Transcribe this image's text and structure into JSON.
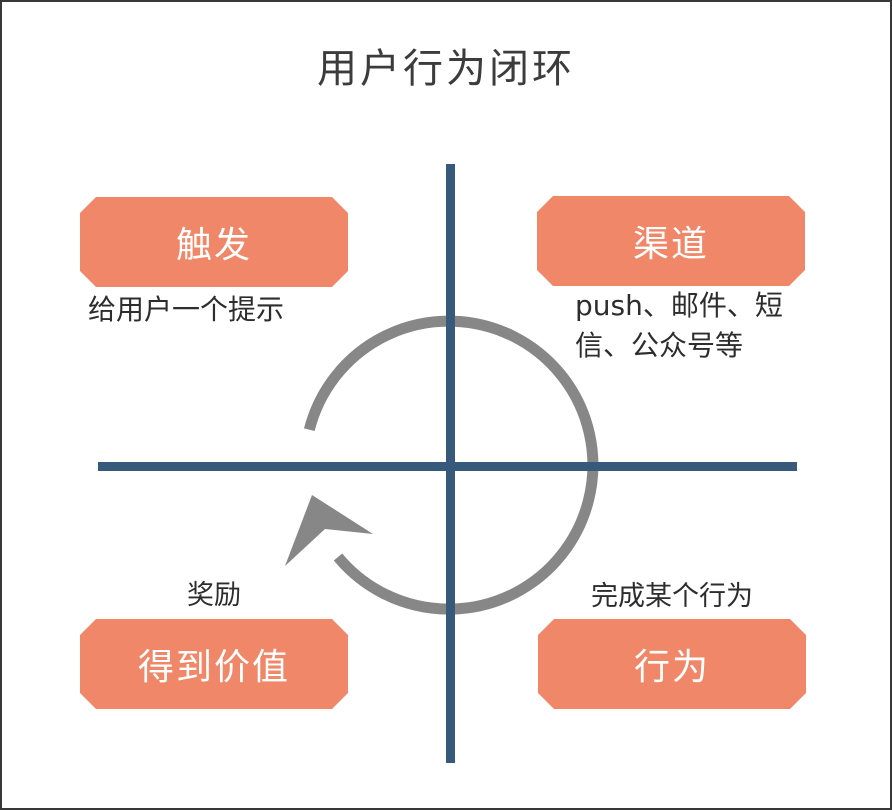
{
  "title": "用户行为闭环",
  "quadrants": {
    "top_left": {
      "label": "触发",
      "caption": "给用户一个提示"
    },
    "top_right": {
      "label": "渠道",
      "caption": "push、邮件、短\n信、公众号等"
    },
    "bottom_left": {
      "label": "得到价值",
      "caption": "奖励"
    },
    "bottom_right": {
      "label": "行为",
      "caption": "完成某个行为"
    }
  },
  "loop": {
    "icon": "clockwise-loop-arrow-icon",
    "direction": "clockwise"
  },
  "colors": {
    "accent_orange": "#f08768",
    "line_blue": "#36597c",
    "loop_gray": "#878787",
    "title_text": "#3c3c3c",
    "body_text": "#2d2d2d",
    "box_text": "#ffffff",
    "border": "#383838"
  }
}
